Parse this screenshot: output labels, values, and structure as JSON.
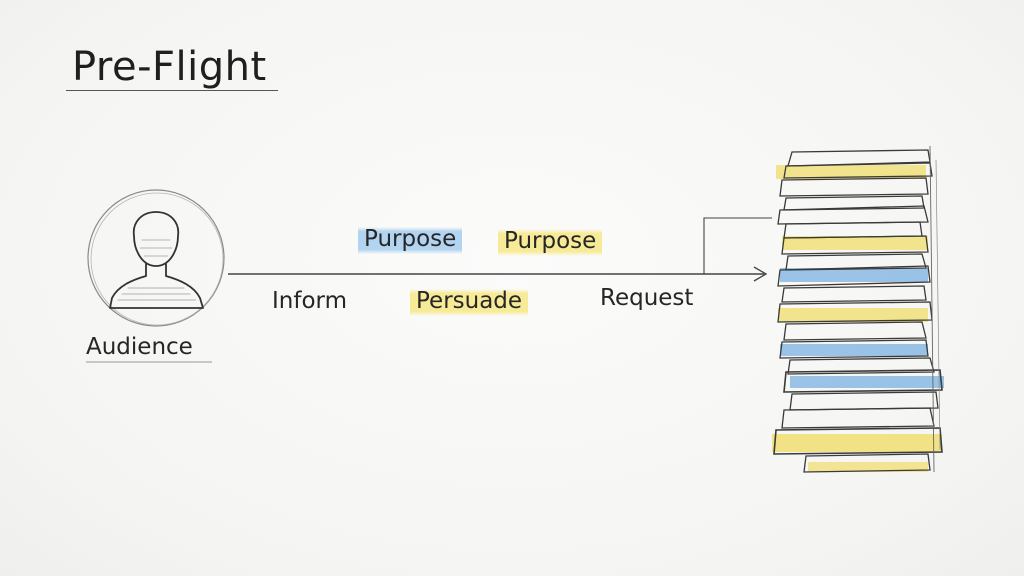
{
  "title": "Pre-Flight",
  "audience": {
    "label": "Audience",
    "icon": "person-icon"
  },
  "purpose_labels": [
    "Purpose",
    "Purpose"
  ],
  "purpose_types": [
    "Inform",
    "Persuade",
    "Request"
  ],
  "document_stack": {
    "icon": "document-stack-icon"
  },
  "colors": {
    "blue_highlight": "#a5cdee",
    "yellow_highlight": "#f7e98c",
    "ink": "#2b2b2b"
  }
}
